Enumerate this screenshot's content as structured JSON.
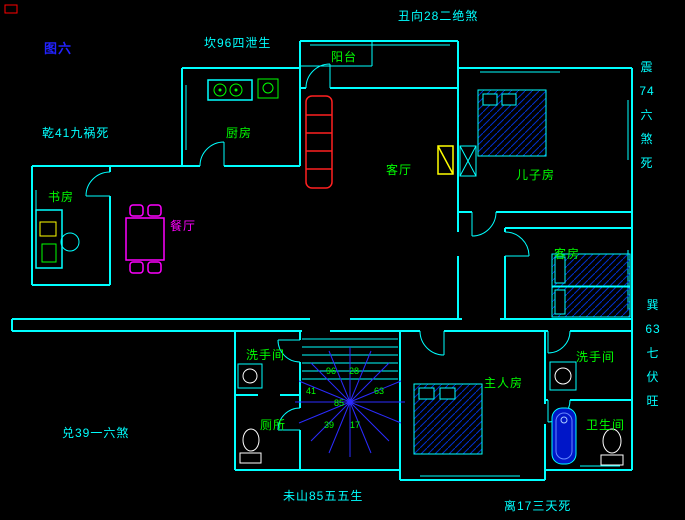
{
  "title": {
    "figure_label": "图六"
  },
  "fengshui": {
    "top": "丑向28二绝煞",
    "north_kan": "坎96四泄生",
    "northwest_qian": "乾41九祸死",
    "east_zhen": "震\n74\n六\n煞\n死",
    "southeast_xun": "巽\n63\n七\n伏\n旺",
    "west_dui": "兑39一六煞",
    "south_mountain": "未山85五五生",
    "south_li": "离17三天死"
  },
  "rooms": {
    "balcony": "阳台",
    "kitchen": "厨房",
    "living_room": "客厅",
    "son_room": "儿子房",
    "study": "书房",
    "dining_room": "餐厅",
    "guest_room": "客房",
    "washroom_left": "洗手间",
    "washroom_right": "洗手间",
    "master_room": "主人房",
    "toilet_left": "厕所",
    "bathroom_right": "卫生间"
  },
  "compass_numbers": {
    "n96": "96",
    "n28": "28",
    "n41": "41",
    "n63": "63",
    "n85": "85",
    "n39": "39",
    "n17": "17"
  },
  "colors": {
    "background": "#000000",
    "wall": "#00ffff",
    "room_label": "#00ff00",
    "fengshui_label": "#00ffff",
    "figure_label": "#2222ff",
    "dining_set": "#ff00ff",
    "sofa": "#ff2020",
    "accent_yellow": "#ffff00",
    "bed_hatch": "#0030cf",
    "compass_ray": "#2b2bff"
  }
}
